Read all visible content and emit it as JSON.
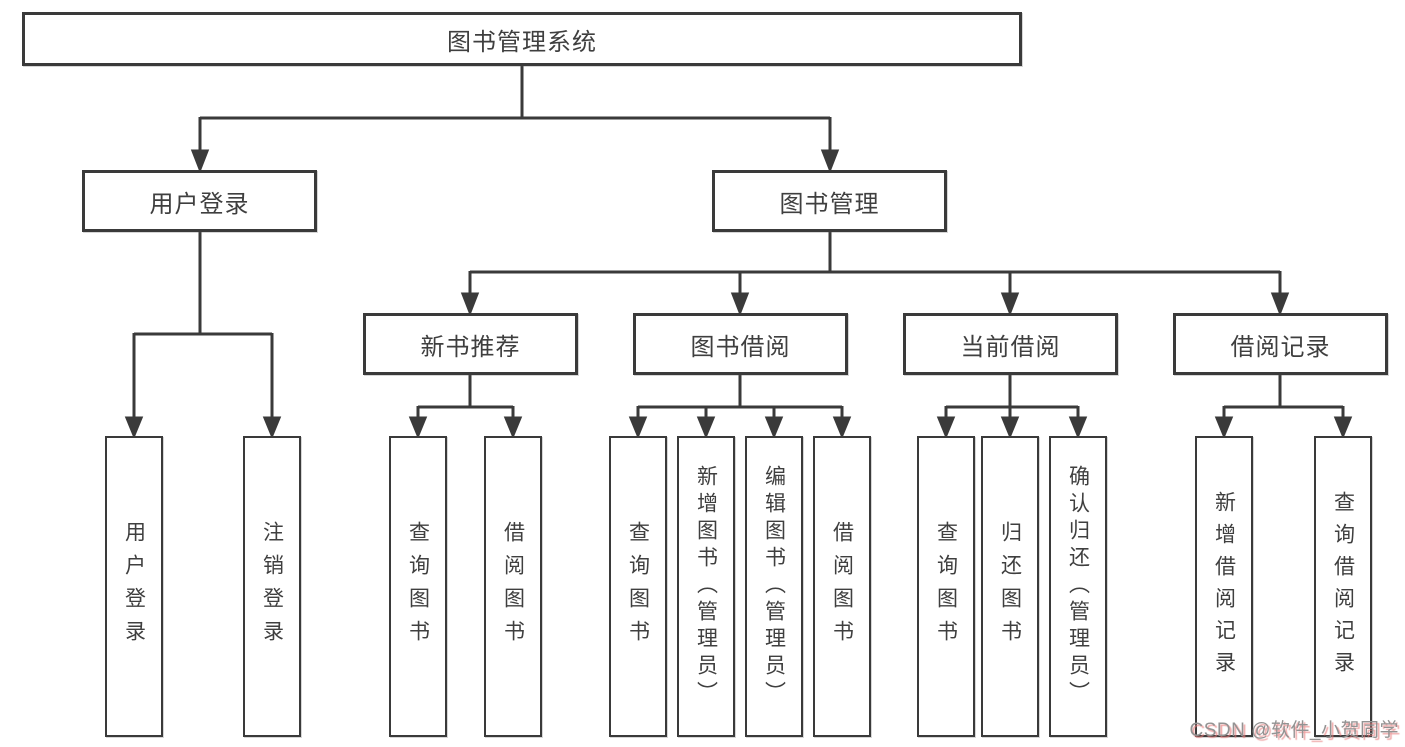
{
  "tree": {
    "root": {
      "label": "图书管理系统",
      "children": [
        {
          "label": "用户登录",
          "children": [
            {
              "label": "用户登录"
            },
            {
              "label": "注销登录"
            }
          ]
        },
        {
          "label": "图书管理",
          "children": [
            {
              "label": "新书推荐",
              "children": [
                {
                  "label": "查询图书"
                },
                {
                  "label": "借阅图书"
                }
              ]
            },
            {
              "label": "图书借阅",
              "children": [
                {
                  "label": "查询图书"
                },
                {
                  "label": "新增图书（管理员）"
                },
                {
                  "label": "编辑图书（管理员）"
                },
                {
                  "label": "借阅图书"
                }
              ]
            },
            {
              "label": "当前借阅",
              "children": [
                {
                  "label": "查询图书"
                },
                {
                  "label": "归还图书"
                },
                {
                  "label": "确认归还（管理员）"
                }
              ]
            },
            {
              "label": "借阅记录",
              "children": [
                {
                  "label": "新增借阅记录"
                },
                {
                  "label": "查询借阅记录"
                }
              ]
            }
          ]
        }
      ]
    }
  },
  "watermark": {
    "text": "CSDN @软件_小贺同学"
  },
  "colors": {
    "line": "#3a3a3a",
    "box_border": "#3a3a3a",
    "text": "#3f3f3f",
    "background": "#ffffff",
    "watermark_gray": "#939393",
    "watermark_shadow": "#e87d7d"
  }
}
